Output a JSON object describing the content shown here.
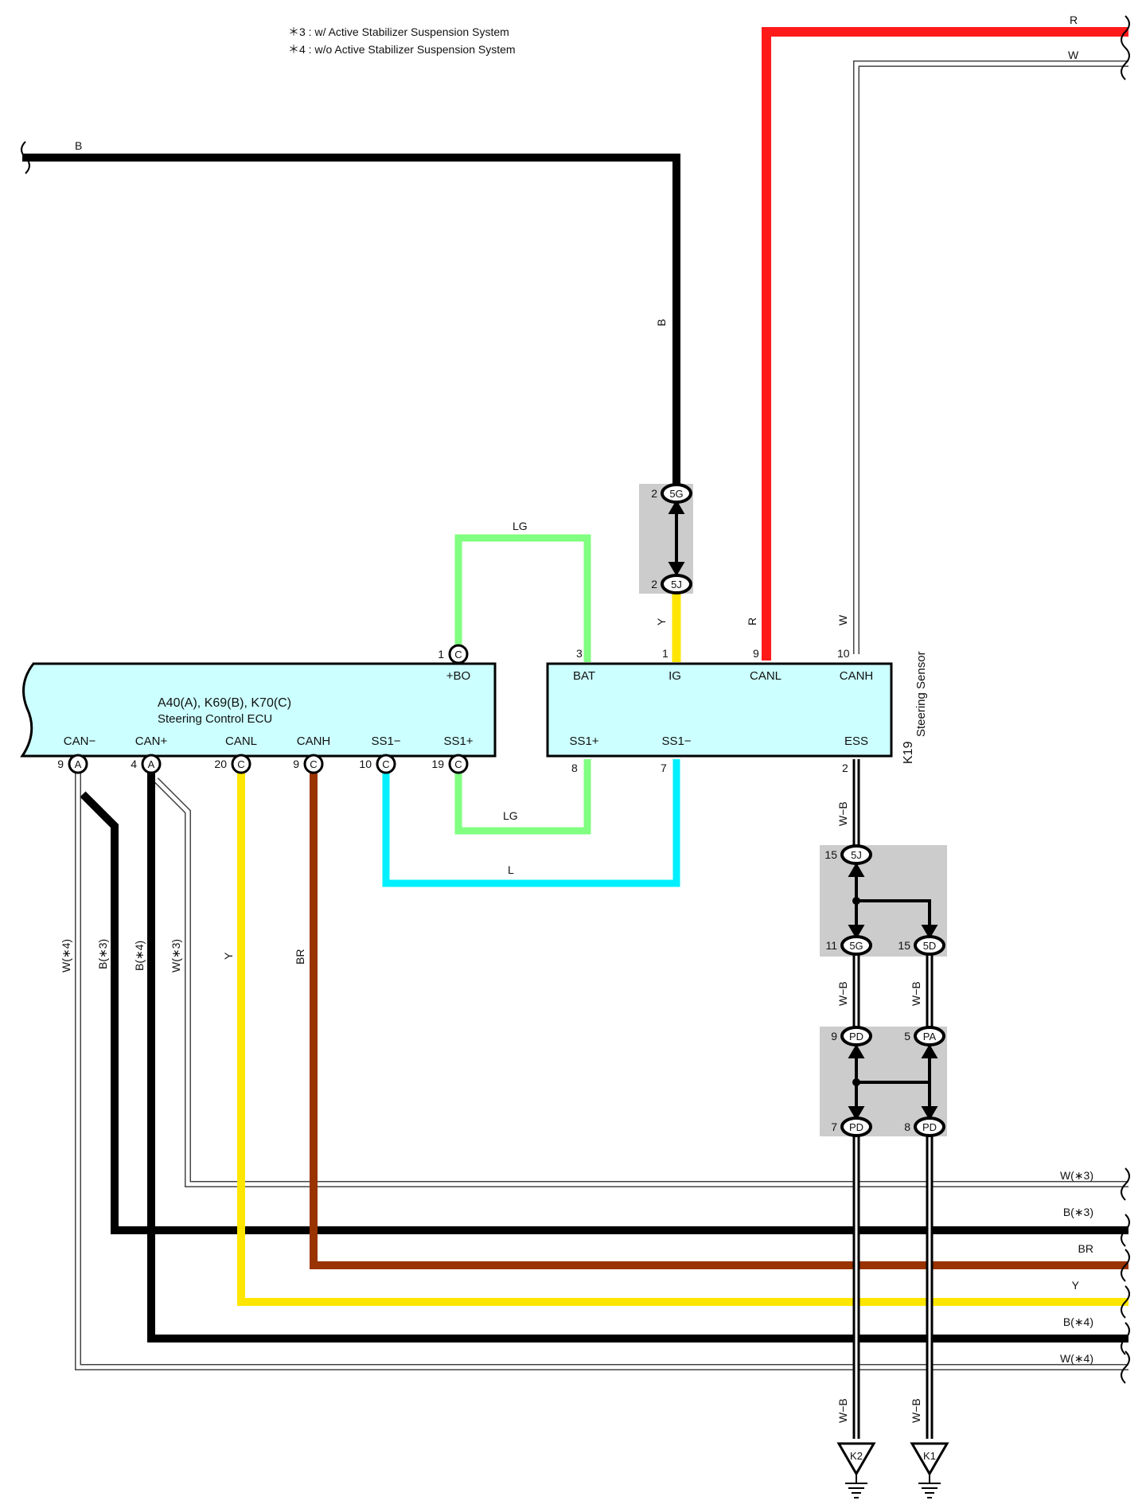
{
  "notes": {
    "line1": "＊3 : w/ Active Stabilizer Suspension System",
    "line2": "＊4 : w/o Active Stabilizer Suspension System"
  },
  "ecu": {
    "title": "A40(A), K69(B), K70(C)",
    "subtitle": "Steering Control ECU",
    "bottom_pins": [
      {
        "label": "CAN−",
        "num": "9",
        "conn": "A"
      },
      {
        "label": "CAN+",
        "num": "4",
        "conn": "A"
      },
      {
        "label": "CANL",
        "num": "20",
        "conn": "C"
      },
      {
        "label": "CANH",
        "num": "9",
        "conn": "C"
      },
      {
        "label": "SS1−",
        "num": "10",
        "conn": "C"
      },
      {
        "label": "SS1+",
        "num": "19",
        "conn": "C"
      }
    ],
    "top_pin": {
      "label": "+BO",
      "num": "1",
      "conn": "C"
    }
  },
  "sensor": {
    "id": "K19",
    "name": "Steering Sensor",
    "top_pins": [
      {
        "label": "BAT",
        "num": "3"
      },
      {
        "label": "IG",
        "num": "1"
      },
      {
        "label": "CANL",
        "num": "9"
      },
      {
        "label": "CANH",
        "num": "10"
      }
    ],
    "bottom_pins": [
      {
        "label": "SS1+",
        "num": "8"
      },
      {
        "label": "SS1−",
        "num": "7"
      },
      {
        "label": "ESS",
        "num": "2"
      }
    ]
  },
  "wire_colors": {
    "B": "#000000",
    "R": "#ff1a1a",
    "W": "#ffffff",
    "LG": "#80ff80",
    "Y": "#ffe600",
    "L": "#00f0ff",
    "BR": "#993300",
    "W-B": "#ffffff"
  },
  "wire_labels": {
    "r_top": "R",
    "w_top": "W",
    "b_top": "B",
    "b_vert": "B",
    "lg_top": "LG",
    "lg_bottom": "LG",
    "l_bottom": "L",
    "y_vert": "Y",
    "r_vert": "R",
    "w_vert": "W",
    "wb_ess": "W−B",
    "wb_left": "W−B",
    "wb_right": "W−B",
    "wb_k2": "W−B",
    "wb_k1": "W−B",
    "w4_vert": "W(∗4)",
    "b3_vert": "B(∗3)",
    "b4_vert": "B(∗4)",
    "w3_vert": "W(∗3)",
    "y_left_vert": "Y",
    "br_vert": "BR"
  },
  "right_labels": [
    "W(∗3)",
    "B(∗3)",
    "BR",
    "Y",
    "B(∗4)",
    "W(∗4)"
  ],
  "junctions": {
    "upper": [
      {
        "num": "2",
        "conn": "5G"
      },
      {
        "num": "2",
        "conn": "5J"
      }
    ],
    "mid": [
      {
        "num": "15",
        "conn": "5J"
      },
      {
        "num": "11",
        "conn": "5G"
      },
      {
        "num": "15",
        "conn": "5D"
      }
    ],
    "low": [
      {
        "num": "9",
        "conn": "PD"
      },
      {
        "num": "5",
        "conn": "PA"
      },
      {
        "num": "7",
        "conn": "PD"
      },
      {
        "num": "8",
        "conn": "PD"
      }
    ]
  },
  "grounds": [
    "K2",
    "K1"
  ],
  "colors": {
    "component_fill": "#ccffff",
    "junction_fill": "#cccccc"
  }
}
